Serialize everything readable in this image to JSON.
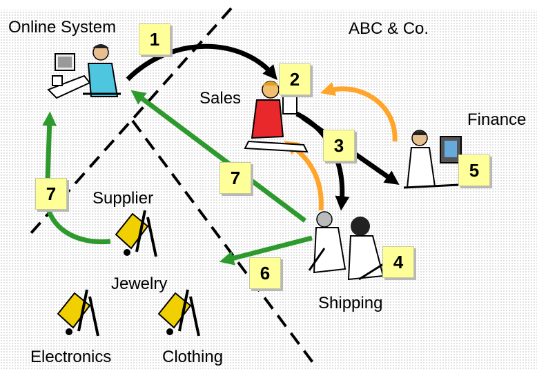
{
  "labels": {
    "online_system": "Online System",
    "company": "ABC & Co.",
    "sales": "Sales",
    "finance": "Finance",
    "supplier": "Supplier",
    "jewelry": "Jewelry",
    "shipping": "Shipping",
    "electronics": "Electronics",
    "clothing": "Clothing"
  },
  "steps": [
    "1",
    "2",
    "3",
    "4",
    "5",
    "6",
    "7",
    "7"
  ],
  "colors": {
    "black_arrow": "#000000",
    "green_arrow": "#2e9a2e",
    "orange_arrow": "#ffa52a",
    "step_box": "#ffff99",
    "cart": "#f0d000"
  },
  "icons": [
    "computer-user-icon",
    "sales-person-icon",
    "finance-person-icon",
    "shipping-workers-icon",
    "hand-truck-icon"
  ]
}
